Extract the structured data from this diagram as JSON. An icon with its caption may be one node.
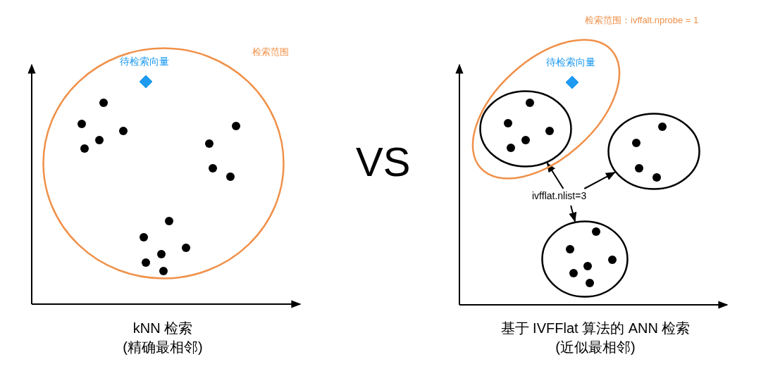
{
  "diagram": {
    "nodes": [
      {
        "text": [
          "检索范围"
        ]
      },
      {
        "text": [],
        "shape": "diamond",
        "beside": [
          "待检索向量"
        ],
        "in": 0
      },
      {
        "text": [
          "检索范围：ivffalt.nprobe = 1"
        ]
      },
      {
        "text": [],
        "shape": "diamond",
        "beside": [
          "待检索向量"
        ],
        "in": 2
      },
      {
        "text": [],
        "shape": "circle",
        "in": 2
      },
      {
        "text": [],
        "shape": "circle"
      },
      {
        "text": [],
        "shape": "circle"
      },
      {
        "text": [
          "ivfflat.nlist=3"
        ]
      }
    ],
    "edges": [
      {
        "from": 7,
        "to": 4,
        "arrow": "to"
      },
      {
        "from": 7,
        "to": 5,
        "arrow": "to"
      },
      {
        "from": 7,
        "to": 6,
        "arrow": "to"
      }
    ],
    "labels": [
      "VS",
      "kNN 检索",
      "(精确最相邻)",
      "基于 IVFFlat 算法的 ANN 检索",
      "(近似最相邻)"
    ]
  }
}
